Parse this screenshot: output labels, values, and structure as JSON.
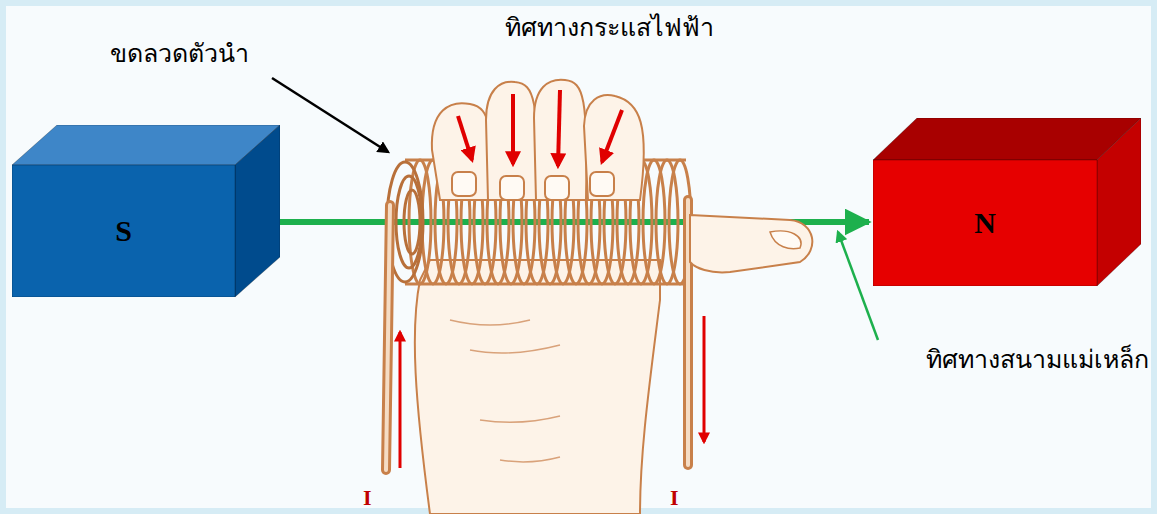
{
  "diagram": {
    "nodes": [
      {
        "text": [
          "S"
        ]
      },
      {
        "text": [
          "N"
        ]
      }
    ],
    "edges": [
      {
        "from": 0,
        "to": 1,
        "arrow": "to"
      }
    ],
    "labels": [
      "ขดลวดตัวนำ",
      "ทิศทางกระแสไฟฟ้า",
      "ทิศทางสนามแม่เหล็ก",
      "I",
      "I"
    ]
  }
}
